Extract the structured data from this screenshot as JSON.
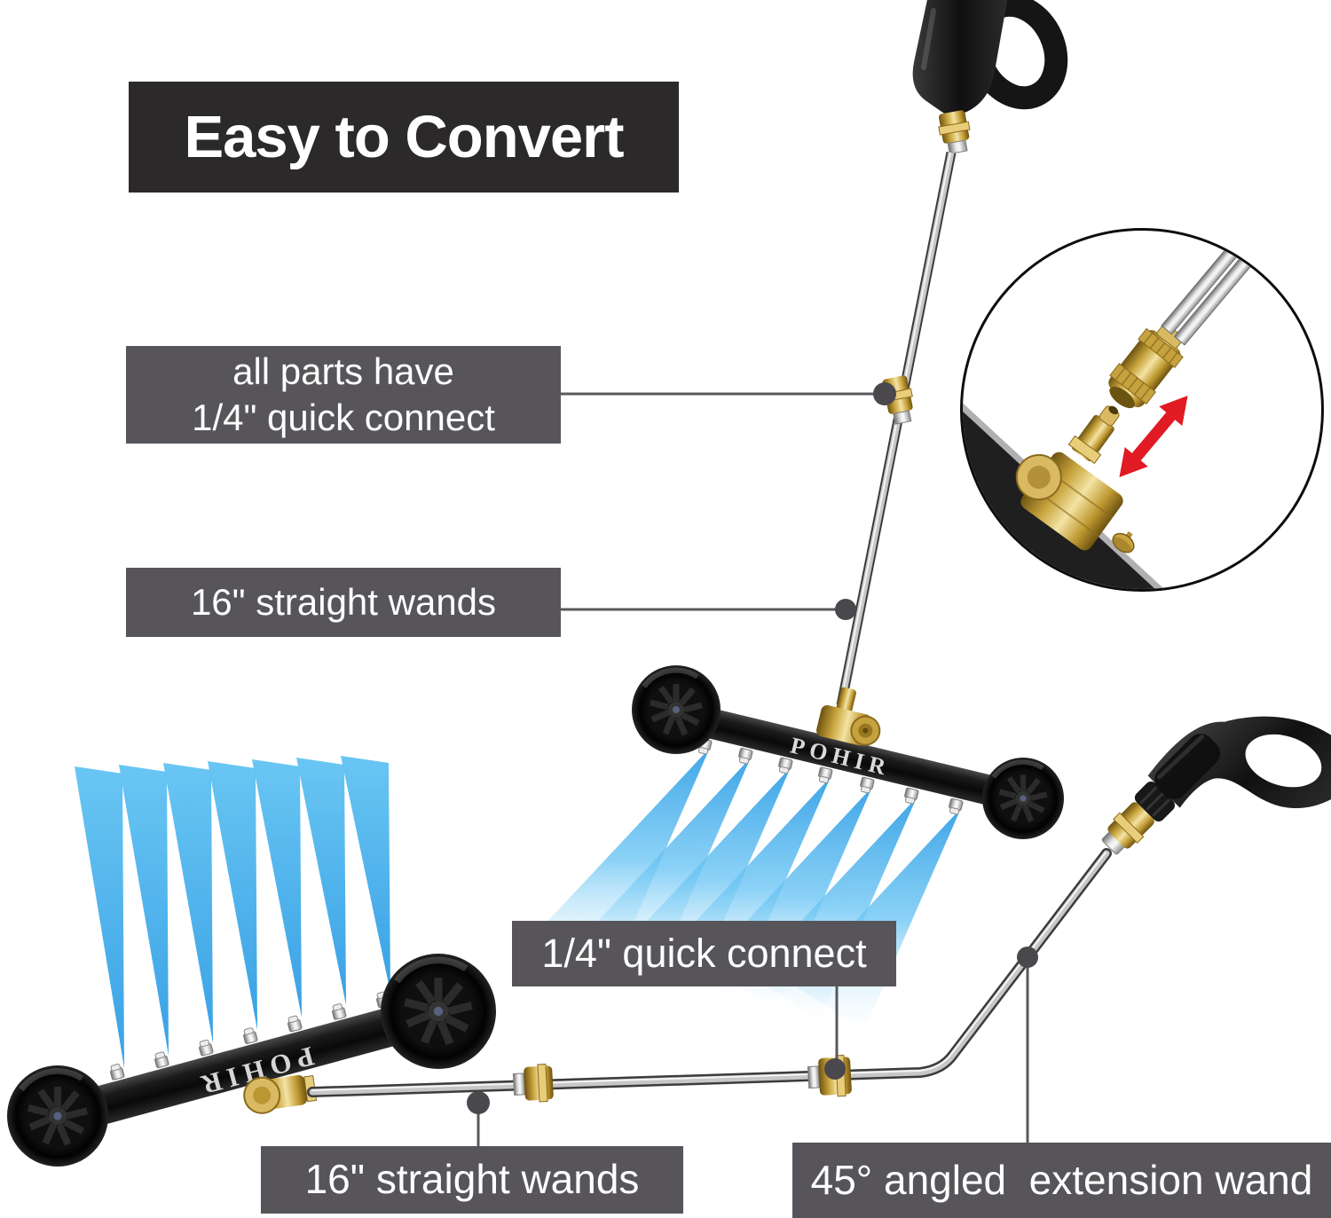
{
  "title": "Easy to Convert",
  "brand": "POHIR",
  "callouts": {
    "all_parts_line1": "all parts have",
    "all_parts_line2": "1/4\" quick connect",
    "straight_wands_top": "16\" straight wands",
    "quick_connect": "1/4\" quick connect",
    "straight_wands_bottom": "16\" straight wands",
    "angled_wand": "45° angled  extension wand"
  },
  "colors": {
    "background": "#FFFFFF",
    "title_bg": "#2B292A",
    "label_bg": "#575559",
    "label_text": "#FFFFFF",
    "leader_line": "#5A585C",
    "leader_dot": "#4A484C",
    "spray_blue": "#45B1EE",
    "brass": "#C9A53E",
    "steel": "#C9C9C9",
    "gun_black": "#171717",
    "arrow_red": "#E01B24"
  }
}
